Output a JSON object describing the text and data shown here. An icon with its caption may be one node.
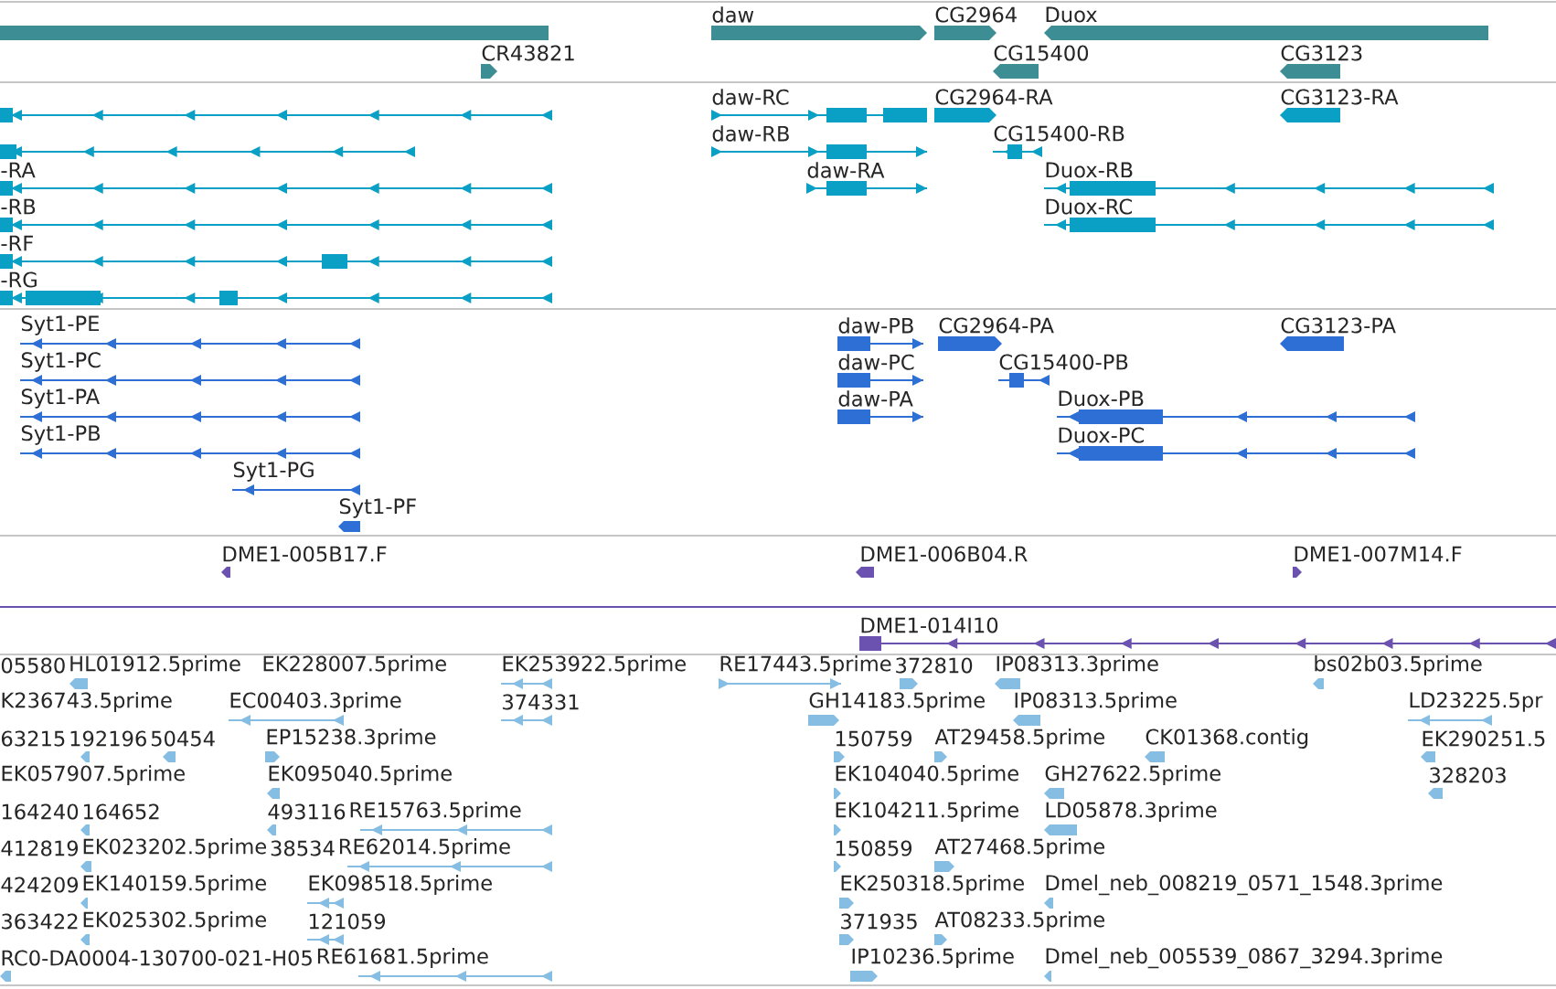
{
  "diagram": {
    "labels": [
      "daw",
      "CG2964",
      "Duox",
      "CR43821",
      "CG15400",
      "CG3123",
      "daw-RC",
      "CG2964-RA",
      "CG3123-RA",
      "daw-RB",
      "CG15400-RB",
      "-RA",
      "daw-RA",
      "Duox-RB",
      "-RB",
      "Duox-RC",
      "-RF",
      "-RG",
      "Syt1-PE",
      "daw-PB",
      "CG2964-PA",
      "CG3123-PA",
      "Syt1-PC",
      "daw-PC",
      "CG15400-PB",
      "Syt1-PA",
      "daw-PA",
      "Duox-PB",
      "Syt1-PB",
      "Duox-PC",
      "Syt1-PG",
      "Syt1-PF",
      "DME1-005B17.F",
      "DME1-006B04.R",
      "DME1-007M14.F",
      "DME1-014I10",
      "05580",
      "HL01912.5prime",
      "EK228007.5prime",
      "EK253922.5prime",
      "RE17443.5prime",
      "372810",
      "IP08313.3prime",
      "bs02b03.5prime",
      "K236743.5prime",
      "EC00403.3prime",
      "374331",
      "GH14183.5prime",
      "IP08313.5prime",
      "LD23225.5pr",
      "63215",
      "192196",
      "50454",
      "EP15238.3prime",
      "150759",
      "AT29458.5prime",
      "CK01368.contig",
      "EK290251.5",
      "EK057907.5prime",
      "EK095040.5prime",
      "EK104040.5prime",
      "GH27622.5prime",
      "328203",
      "164240",
      "164652",
      "493116",
      "RE15763.5prime",
      "EK104211.5prime",
      "LD05878.3prime",
      "412819",
      "EK023202.5prime",
      "38534",
      "RE62014.5prime",
      "150859",
      "AT27468.5prime",
      "424209",
      "EK140159.5prime",
      "EK098518.5prime",
      "EK250318.5prime",
      "Dmel_neb_008219_0571_1548.3prime",
      "363422",
      "EK025302.5prime",
      "121059",
      "371935",
      "AT08233.5prime",
      "RC0-DA0004-130700-021-H05",
      "RE61681.5prime",
      "IP10236.5prime",
      "Dmel_neb_005539_0867_3294.3prime"
    ]
  }
}
